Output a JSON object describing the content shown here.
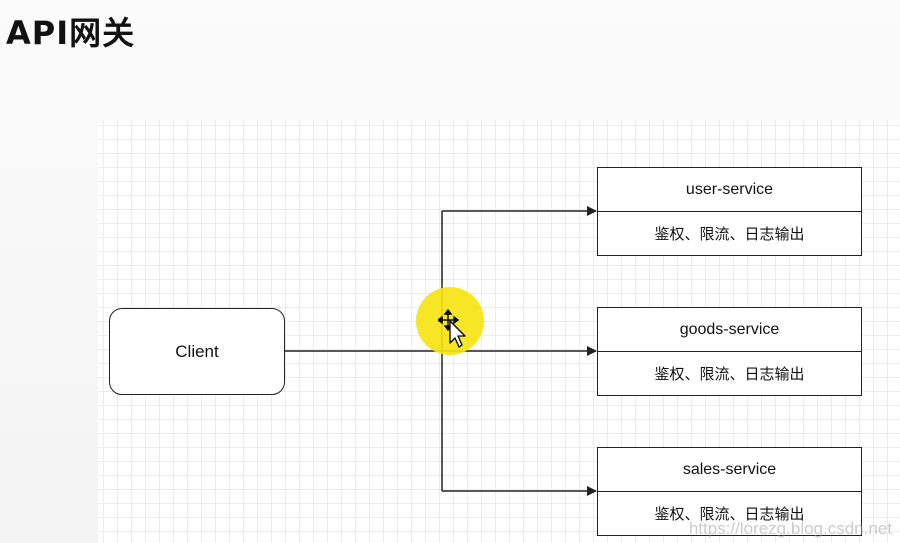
{
  "title": "API网关",
  "client": {
    "label": "Client"
  },
  "services": [
    {
      "name": "user-service",
      "features": "鉴权、限流、日志输出"
    },
    {
      "name": "goods-service",
      "features": "鉴权、限流、日志输出"
    },
    {
      "name": "sales-service",
      "features": "鉴权、限流、日志输出"
    }
  ],
  "watermark": "https://lorezg.blog.csdn.net",
  "colors": {
    "line": "#222222",
    "grid": "#ececec",
    "cursor_highlight": "#f5e414"
  },
  "icons": {
    "cursor": "move-cursor-icon"
  }
}
